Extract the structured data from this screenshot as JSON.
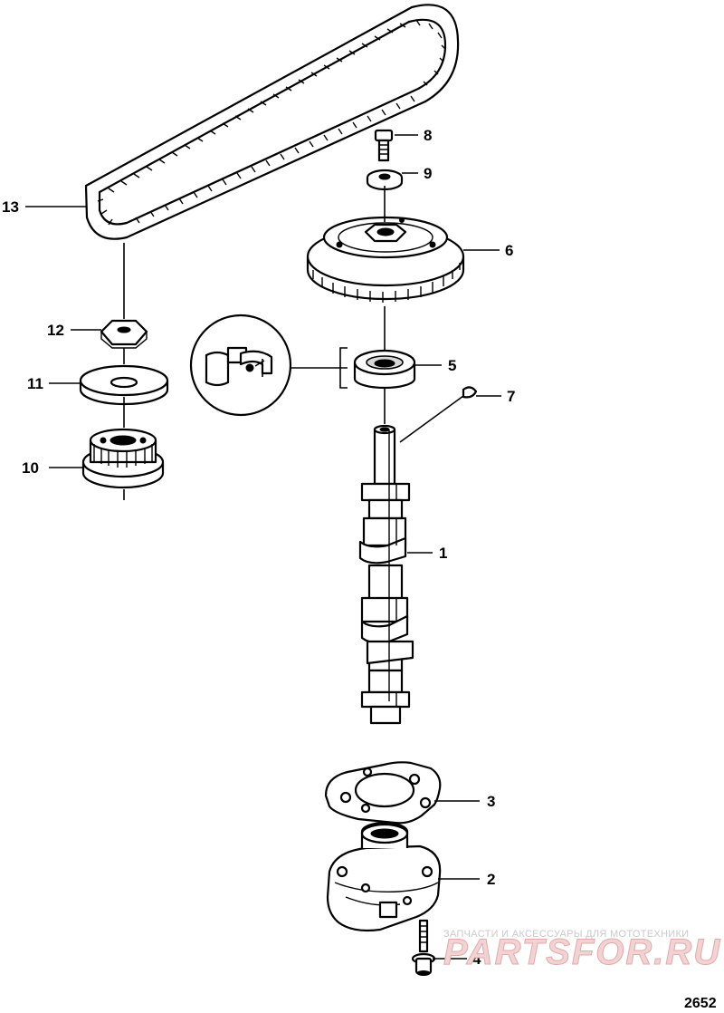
{
  "callouts": [
    {
      "id": "c1",
      "label": "1"
    },
    {
      "id": "c2",
      "label": "2"
    },
    {
      "id": "c3",
      "label": "3"
    },
    {
      "id": "c4",
      "label": "4"
    },
    {
      "id": "c5",
      "label": "5"
    },
    {
      "id": "c6",
      "label": "6"
    },
    {
      "id": "c7",
      "label": "7"
    },
    {
      "id": "c8",
      "label": "8"
    },
    {
      "id": "c9",
      "label": "9"
    },
    {
      "id": "c10",
      "label": "10"
    },
    {
      "id": "c11",
      "label": "11"
    },
    {
      "id": "c12",
      "label": "12"
    },
    {
      "id": "c13",
      "label": "13"
    }
  ],
  "figure_number": "2652",
  "watermark": {
    "caption": "ЗАПЧАСТИ И АКСЕССУАРЫ ДЛЯ МОТОТЕХНИКИ",
    "logo_text": "PARTSFOR.RU"
  }
}
